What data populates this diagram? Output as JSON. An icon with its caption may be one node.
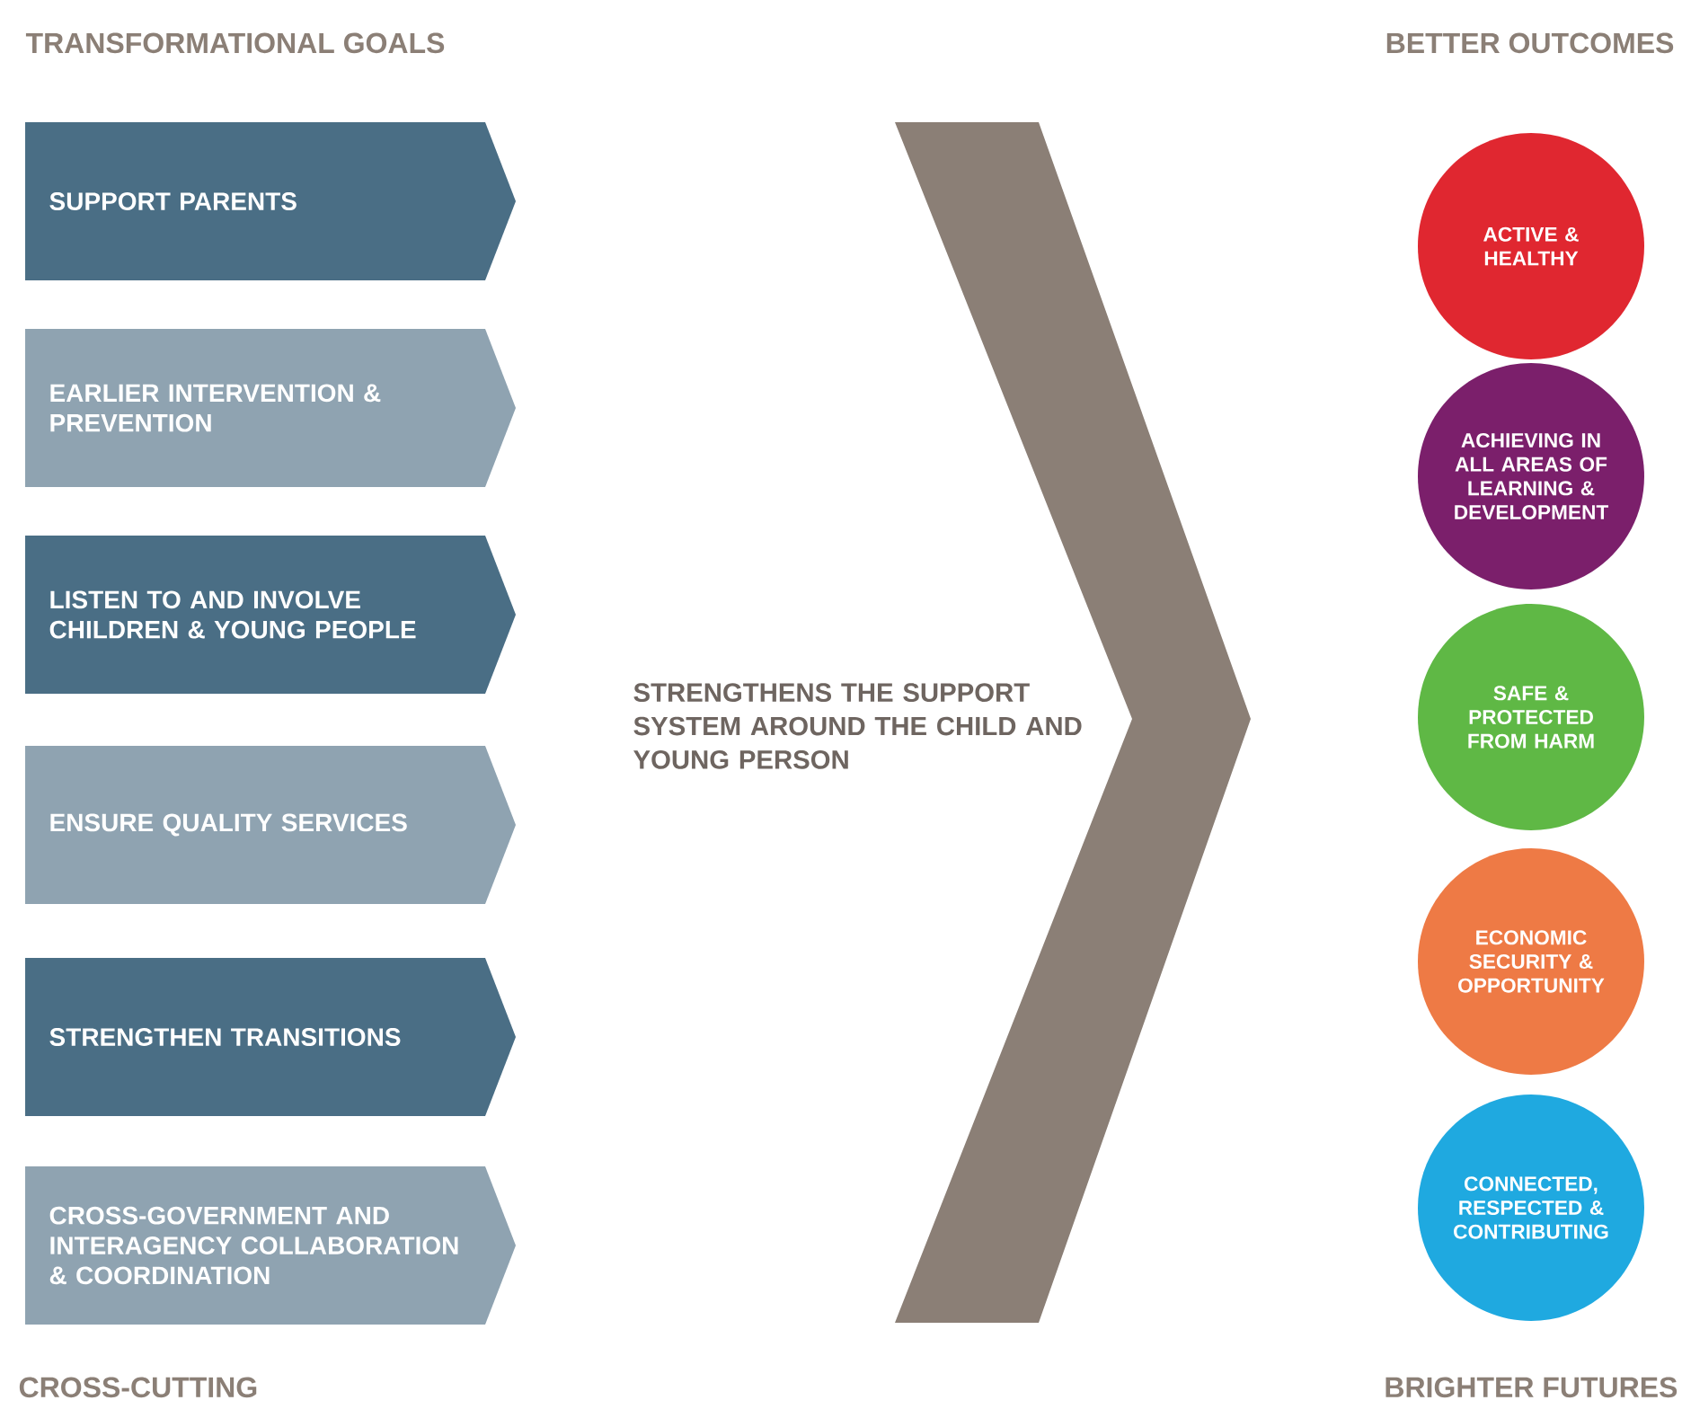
{
  "diagram": {
    "nodes": [
      {
        "text": [
          "SUPPORT PARENTS"
        ]
      },
      {
        "text": [
          "EARLIER INTERVENTION & PREVENTION"
        ]
      },
      {
        "text": [
          "LISTEN TO AND INVOLVE CHILDREN & YOUNG PEOPLE"
        ]
      },
      {
        "text": [
          "ENSURE QUALITY SERVICES"
        ]
      },
      {
        "text": [
          "STRENGTHEN TRANSITIONS"
        ]
      },
      {
        "text": [
          "CROSS-GOVERNMENT AND INTERAGENCY COLLABORATION & COORDINATION"
        ]
      },
      {
        "text": [
          "ACTIVE & HEALTHY"
        ]
      },
      {
        "text": [
          "ACHIEVING IN ALL AREAS OF LEARNING & DEVELOPMENT"
        ]
      },
      {
        "text": [
          "SAFE & PROTECTED FROM HARM"
        ]
      },
      {
        "text": [
          "ECONOMIC SECURITY & OPPORTUNITY"
        ]
      },
      {
        "text": [
          "CONNECTED, RESPECTED & CONTRIBUTING"
        ]
      }
    ],
    "labels": [
      "TRANSFORMATIONAL GOALS",
      "BETTER OUTCOMES",
      "STRENGTHENS THE SUPPORT SYSTEM AROUND THE CHILD AND YOUNG PERSON",
      "CROSS-CUTTING",
      "BRIGHTER FUTURES"
    ]
  }
}
